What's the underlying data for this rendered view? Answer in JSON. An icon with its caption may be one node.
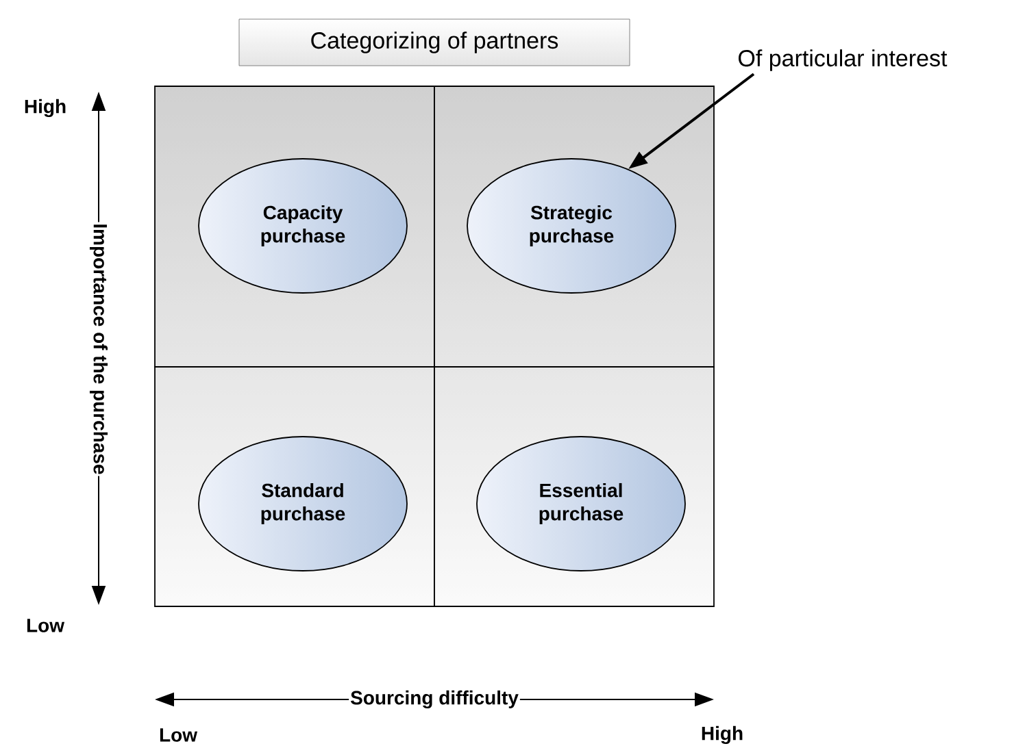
{
  "diagram": {
    "title": "Categorizing of partners",
    "nodes": [
      {
        "text": [
          "Capacity purchase"
        ]
      },
      {
        "text": [
          "Strategic purchase"
        ]
      },
      {
        "text": [
          "Standard purchase"
        ]
      },
      {
        "text": [
          "Essential purchase"
        ]
      },
      {
        "text": [
          "Of particular interest"
        ]
      }
    ],
    "edges": [
      {
        "from": 4,
        "to": 1,
        "arrow": "to"
      }
    ],
    "labels": [
      "High",
      "Importance of the purchase",
      "Low",
      "Sourcing difficulty",
      "Low",
      "High"
    ]
  }
}
